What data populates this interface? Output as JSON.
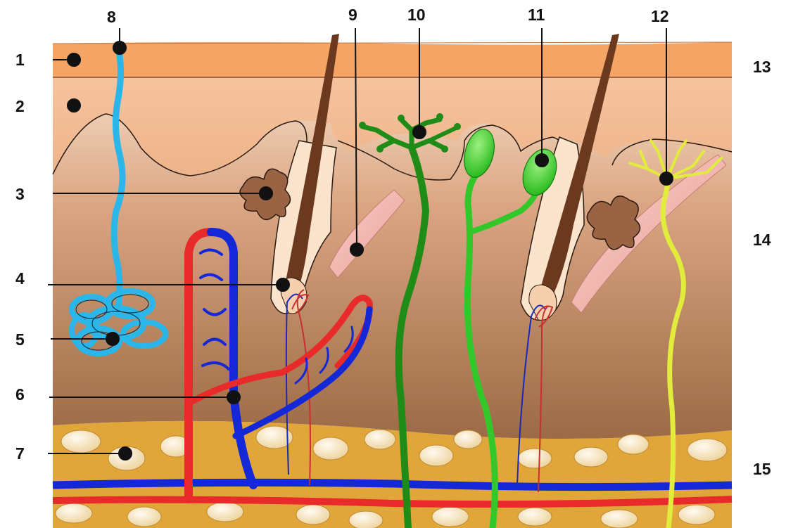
{
  "labels": {
    "n1": "1",
    "n2": "2",
    "n3": "3",
    "n4": "4",
    "n5": "5",
    "n6": "6",
    "n7": "7",
    "n8": "8",
    "n9": "9",
    "n10": "10",
    "n11": "11",
    "n12": "12",
    "n13": "13",
    "n14": "14",
    "n15": "15"
  },
  "colors": {
    "stratum_corneum": "#f4a465",
    "epidermis": "#f6c29e",
    "dermis_top": "#f3d5bd",
    "dermis_bottom": "#a9774f",
    "hypodermis": "#e1a83c",
    "fat_cell": "#fbe8b8",
    "hair": "#6b3a1e",
    "sweat_gland": "#2bb6ea",
    "artery": "#e82a2a",
    "vein": "#1428d8",
    "nerve_dark": "#1f9a18",
    "nerve_light": "#32c82a",
    "nerve_yellow": "#e2ec3c",
    "muscle": "#f1b7b0"
  },
  "icons": [
    "leader-dot",
    "hair-shaft",
    "sweat-gland-coil",
    "blood-vessel",
    "nerve-ending",
    "fat-cell"
  ]
}
